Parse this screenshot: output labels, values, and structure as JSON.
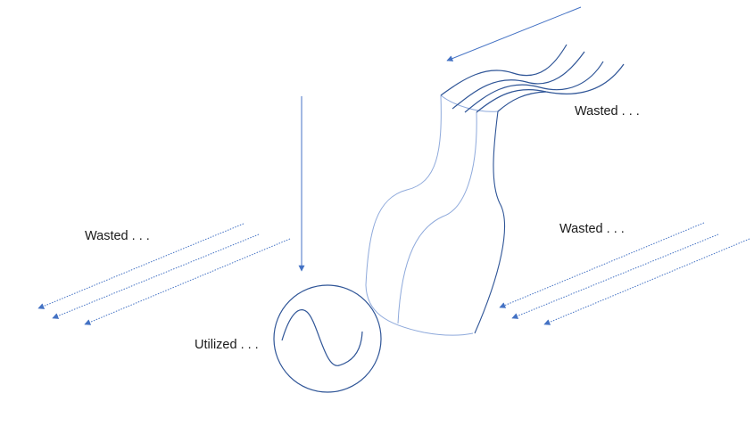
{
  "labels": {
    "wasted_top": "Wasted . . .",
    "wasted_left": "Wasted . . .",
    "wasted_right": "Wasted . . .",
    "utilized": "Utilized . . ."
  },
  "colors": {
    "arrow": "#4472c4",
    "outline": "#8ea9db",
    "curve": "#2f5597",
    "text": "#1a1a1a"
  },
  "icons": {
    "source": "ac-sine-source-icon"
  }
}
